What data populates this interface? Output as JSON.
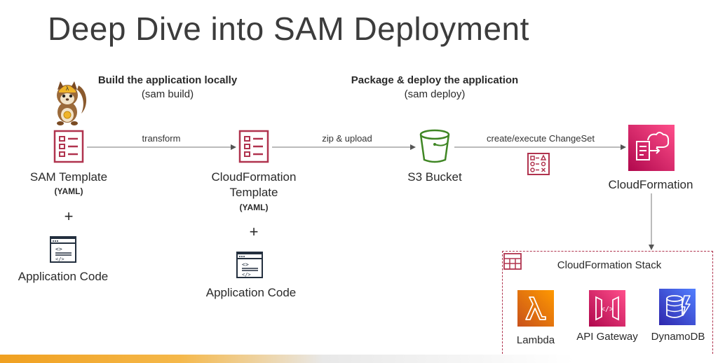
{
  "slide": {
    "title": "Deep Dive into SAM Deployment"
  },
  "steps": {
    "build_heading": "Build the application locally",
    "build_command": "(sam build)",
    "deploy_heading": "Package & deploy the application",
    "deploy_command": "(sam deploy)"
  },
  "nodes": {
    "sam_template": {
      "label": "SAM Template",
      "format": "(YAML)"
    },
    "cfn_template": {
      "label_line1": "CloudFormation",
      "label_line2": "Template",
      "format": "(YAML)"
    },
    "plus": "+",
    "app_code_left": "Application Code",
    "app_code_mid": "Application Code",
    "s3_bucket": "S3 Bucket",
    "cloudformation": "CloudFormation"
  },
  "edges": {
    "transform": "transform",
    "zip_upload": "zip & upload",
    "create_changeset": "create/execute ChangeSet"
  },
  "stack": {
    "title": "CloudFormation Stack",
    "services": [
      {
        "label": "Lambda"
      },
      {
        "label": "API Gateway"
      },
      {
        "label": "DynamoDB"
      }
    ]
  },
  "colors": {
    "template_icon": "#b0334e",
    "s3": "#3f8624",
    "cloudformation": "#c7295f",
    "lambda": "#e8741b",
    "api_gateway": "#c4235c",
    "dynamodb": "#3b4fd8"
  }
}
